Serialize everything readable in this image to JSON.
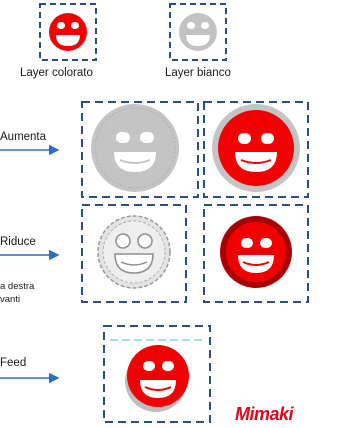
{
  "legend": {
    "colored_layer_label": "Layer colorato",
    "white_layer_label": "Layer bianco"
  },
  "rows": {
    "aumenta_label": "Aumenta",
    "riduce_label": "Riduce",
    "note_line1": "a destra",
    "note_line2": "vanti",
    "feed_label": "Feed"
  },
  "brand": {
    "logo_text": "Mimaki"
  },
  "colors": {
    "red": "#f00000",
    "dark_red": "#a80000",
    "gray": "#c2c2c2",
    "light_gray": "#e4e4e4",
    "frame": "#2b4f7e",
    "arrow": "#2f6fbf",
    "logo_red": "#e3001b"
  }
}
